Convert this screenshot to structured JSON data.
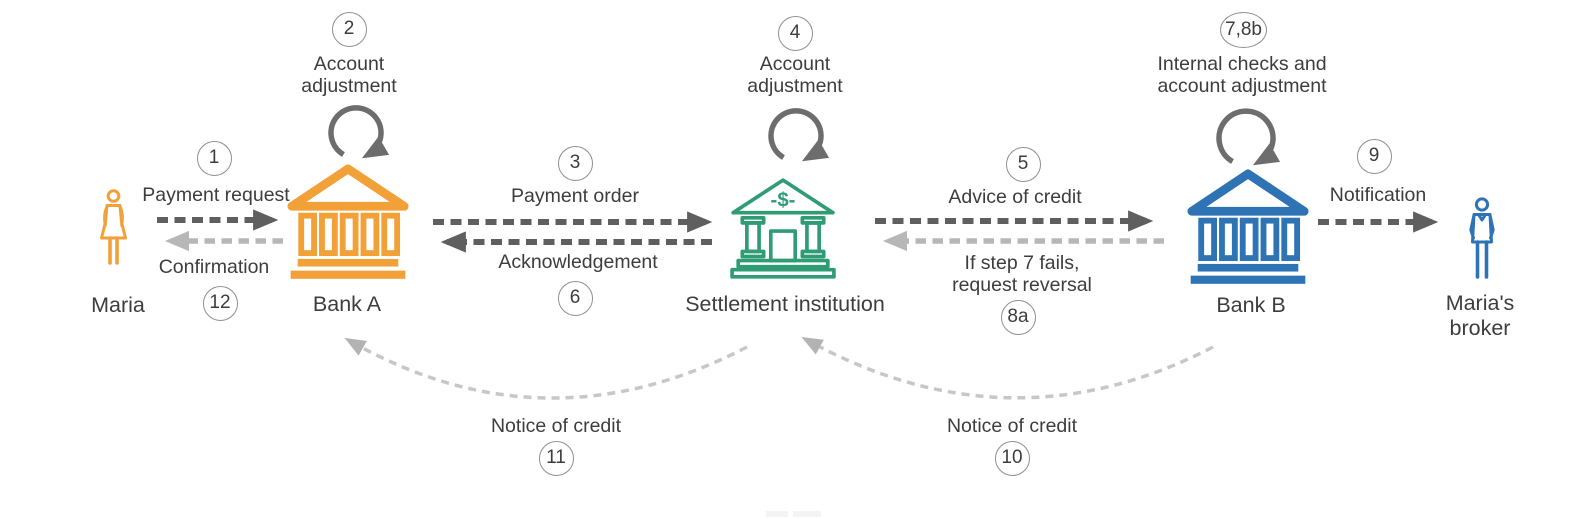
{
  "colors": {
    "orange": "#F2A138",
    "green": "#2F9C75",
    "blue": "#2E74B5",
    "dark-arrow": "#5f5f5f",
    "light-arrow": "#b7b7b7",
    "loop": "#6d6d6d",
    "curve": "#c7c7c7",
    "curve-arrow": "#b3b3b3",
    "text": "#3d3d3d",
    "badge-border": "#8f8f8f"
  },
  "diagram": {
    "entities": [
      {
        "id": "maria",
        "label": "Maria"
      },
      {
        "id": "bank-a",
        "label": "Bank A"
      },
      {
        "id": "settlement",
        "label": "Settlement institution",
        "symbol": "-$-"
      },
      {
        "id": "bank-b",
        "label": "Bank B"
      },
      {
        "id": "broker",
        "label": "Maria's broker"
      }
    ],
    "steps": [
      {
        "number": "1",
        "label": "Payment request"
      },
      {
        "number": "2",
        "label": "Account adjustment"
      },
      {
        "number": "3",
        "label": "Payment order"
      },
      {
        "number": "4",
        "label": "Account adjustment"
      },
      {
        "number": "5",
        "label": "Advice of credit"
      },
      {
        "number": "6",
        "label": "Acknowledgement"
      },
      {
        "number": "7,8b",
        "label": "Internal checks and account adjustment"
      },
      {
        "number": "8a",
        "label": "If step 7 fails, request reversal"
      },
      {
        "number": "9",
        "label": "Notification"
      },
      {
        "number": "10",
        "label": "Notice of credit"
      },
      {
        "number": "11",
        "label": "Notice of credit"
      },
      {
        "number": "12",
        "label": "Confirmation"
      }
    ]
  }
}
